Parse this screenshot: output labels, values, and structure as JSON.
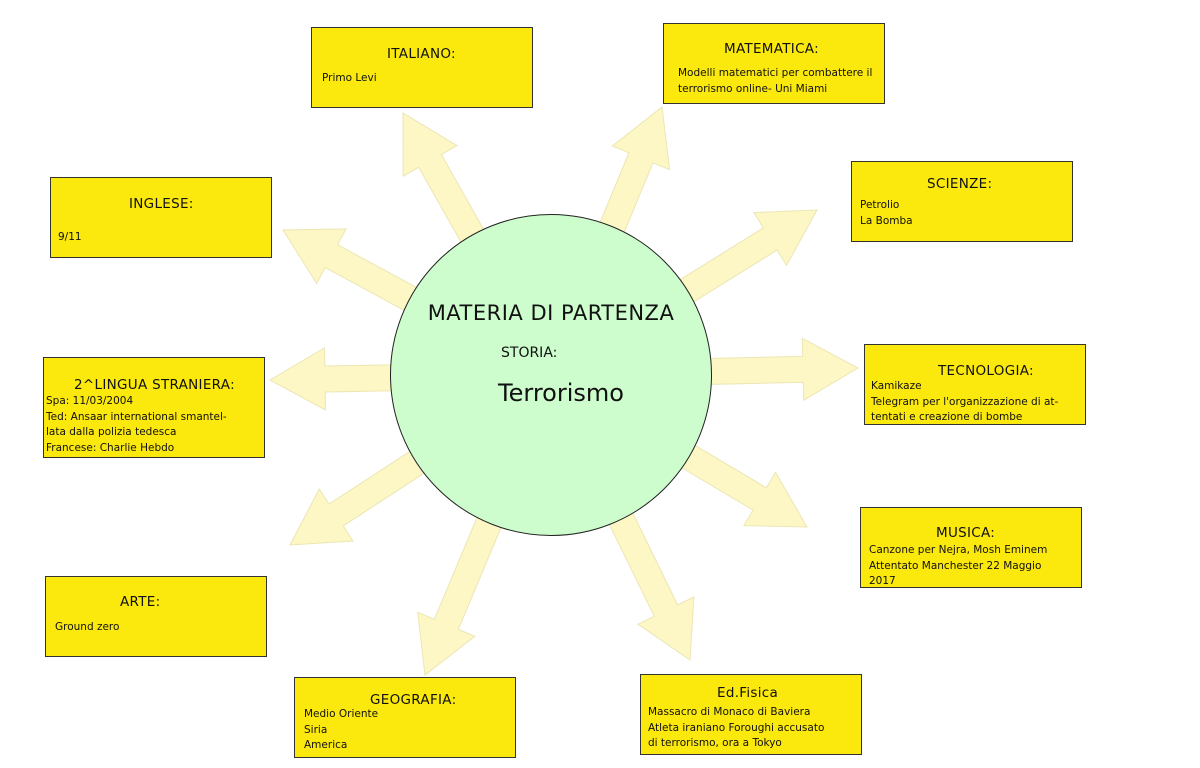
{
  "center": {
    "title": "MATERIA DI PARTENZA",
    "subtitle": "STORIA:",
    "topic": "Terrorismo"
  },
  "subjects": {
    "italiano": {
      "title": "ITALIANO:",
      "lines": [
        "Primo Levi"
      ]
    },
    "matematica": {
      "title": "MATEMATICA:",
      "lines": [
        "Modelli matematici per combattere il",
        "terrorismo online- Uni Miami"
      ]
    },
    "inglese": {
      "title": "INGLESE:",
      "lines": [
        "9/11"
      ]
    },
    "scienze": {
      "title": "SCIENZE:",
      "lines": [
        "Petrolio",
        "La Bomba"
      ]
    },
    "lingua2": {
      "title": "2^LINGUA STRANIERA:",
      "lines": [
        "Spa: 11/03/2004",
        "Ted: Ansaar international smantel-",
        "lata dalla polizia tedesca",
        "Francese: Charlie Hebdo"
      ]
    },
    "tecnologia": {
      "title": "TECNOLOGIA:",
      "lines": [
        "Kamikaze",
        "Telegram per l'organizzazione di at-",
        "tentati e creazione di bombe"
      ]
    },
    "musica": {
      "title": "MUSICA:",
      "lines": [
        "Canzone per Nejra, Mosh Eminem",
        "Attentato Manchester 22 Maggio",
        "2017"
      ]
    },
    "arte": {
      "title": "ARTE:",
      "lines": [
        "Ground zero"
      ]
    },
    "geografia": {
      "title": "GEOGRAFIA:",
      "lines": [
        "Medio Oriente",
        "Siria",
        "America"
      ]
    },
    "edfisica": {
      "title": "Ed.Fisica",
      "lines": [
        "Massacro di Monaco di Baviera",
        "Atleta iraniano Foroughi accusato",
        "di terrorismo, ora a Tokyo"
      ]
    }
  },
  "colors": {
    "box_fill": "#fbe80c",
    "circle_fill": "#cdfccd",
    "arrow_fill": "#fcf7c4"
  }
}
